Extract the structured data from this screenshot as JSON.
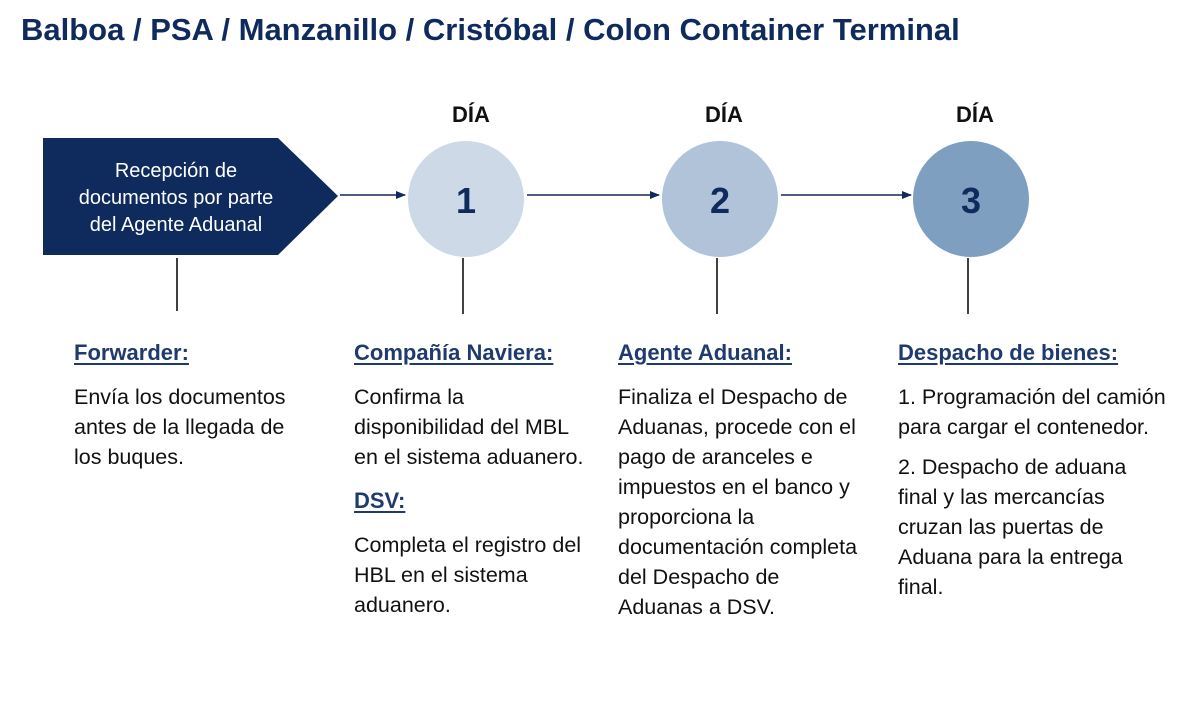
{
  "title": "Balboa / PSA / Manzanillo / Cristóbal / Colon Container Terminal",
  "start_box": {
    "lines": [
      "Recepción de",
      "documentos por parte",
      "del Agente Aduanal"
    ]
  },
  "colors": {
    "title": "#0f2a5c",
    "start_box": "#0f2a5c",
    "circle_1": "#cdd9e6",
    "circle_2": "#b0c3d9",
    "circle_3": "#7f9fc0",
    "heading": "#1f3a6e"
  },
  "days": [
    {
      "label": "DÍA",
      "number": "1"
    },
    {
      "label": "DÍA",
      "number": "2"
    },
    {
      "label": "DÍA",
      "number": "3"
    }
  ],
  "columns": [
    {
      "heading": "Forwarder:",
      "text": "Envía los documentos antes de la llegada de los buques."
    },
    {
      "heading": "Compañía Naviera:",
      "text": "Confirma la disponibilidad del MBL en el sistema aduanero.",
      "sub_heading": "DSV:",
      "sub_text": "Completa el registro del HBL en el sistema aduanero."
    },
    {
      "heading": "Agente Aduanal:",
      "text": "Finaliza el Despacho de Aduanas, procede con el pago de aranceles e impuestos en el banco y proporciona la documentación completa del Despacho de Aduanas a DSV."
    },
    {
      "heading": "Despacho de bienes:",
      "text": "1. Programación del camión para cargar el contenedor.",
      "text2": "2. Despacho de aduana final y las mercancías cruzan las puertas de Aduana para la entrega final."
    }
  ]
}
